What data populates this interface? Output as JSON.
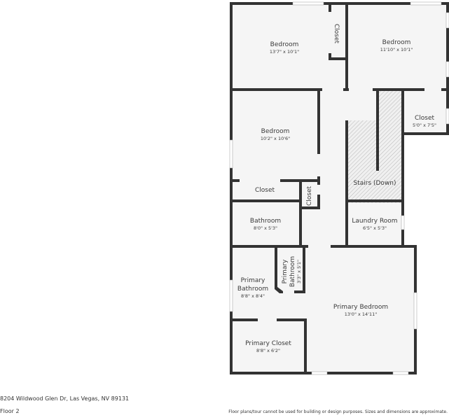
{
  "colors": {
    "wall": "#333333",
    "floor": "#f5f5f5",
    "window": "#ffffff",
    "stairs_hatch": "#bdbdbd",
    "text": "#3a3a3a"
  },
  "rooms": [
    {
      "id": "bedroom-1",
      "name": "Bedroom",
      "dim": "13'7\" x 10'1\""
    },
    {
      "id": "closet-top",
      "name": "Closet",
      "dim": ""
    },
    {
      "id": "bedroom-2",
      "name": "Bedroom",
      "dim": "11'10\" x 10'1\""
    },
    {
      "id": "bedroom-3",
      "name": "Bedroom",
      "dim": "10'2\" x 10'6\""
    },
    {
      "id": "closet-right",
      "name": "Closet",
      "dim": "5'0\" x 7'5\""
    },
    {
      "id": "stairs",
      "name": "Stairs (Down)",
      "dim": ""
    },
    {
      "id": "closet-hall",
      "name": "Closet",
      "dim": ""
    },
    {
      "id": "closet-small",
      "name": "Closet",
      "dim": ""
    },
    {
      "id": "bathroom",
      "name": "Bathroom",
      "dim": "8'0\" x 5'3\""
    },
    {
      "id": "laundry",
      "name": "Laundry Room",
      "dim": "6'5\" x 5'3\""
    },
    {
      "id": "primary-bathroom",
      "name_line1": "Primary",
      "name_line2": "Bathroom",
      "dim": "8'8\" x 8'4\""
    },
    {
      "id": "primary-bathroom-small",
      "name_line1": "Primary",
      "name_line2": "Bathroom",
      "dim": "3'3\" x 5'1\""
    },
    {
      "id": "primary-bedroom",
      "name": "Primary Bedroom",
      "dim": "13'0\" x 14'11\""
    },
    {
      "id": "primary-closet",
      "name": "Primary Closet",
      "dim": "8'8\" x 6'2\""
    }
  ],
  "footer": {
    "address": "8204 Wildwood Glen Dr, Las Vegas, NV 89131",
    "floor": "Floor 2",
    "disclaimer": "Floor plans/tour cannot be used for building or design purposes. Sizes and dimensions are approximate."
  }
}
